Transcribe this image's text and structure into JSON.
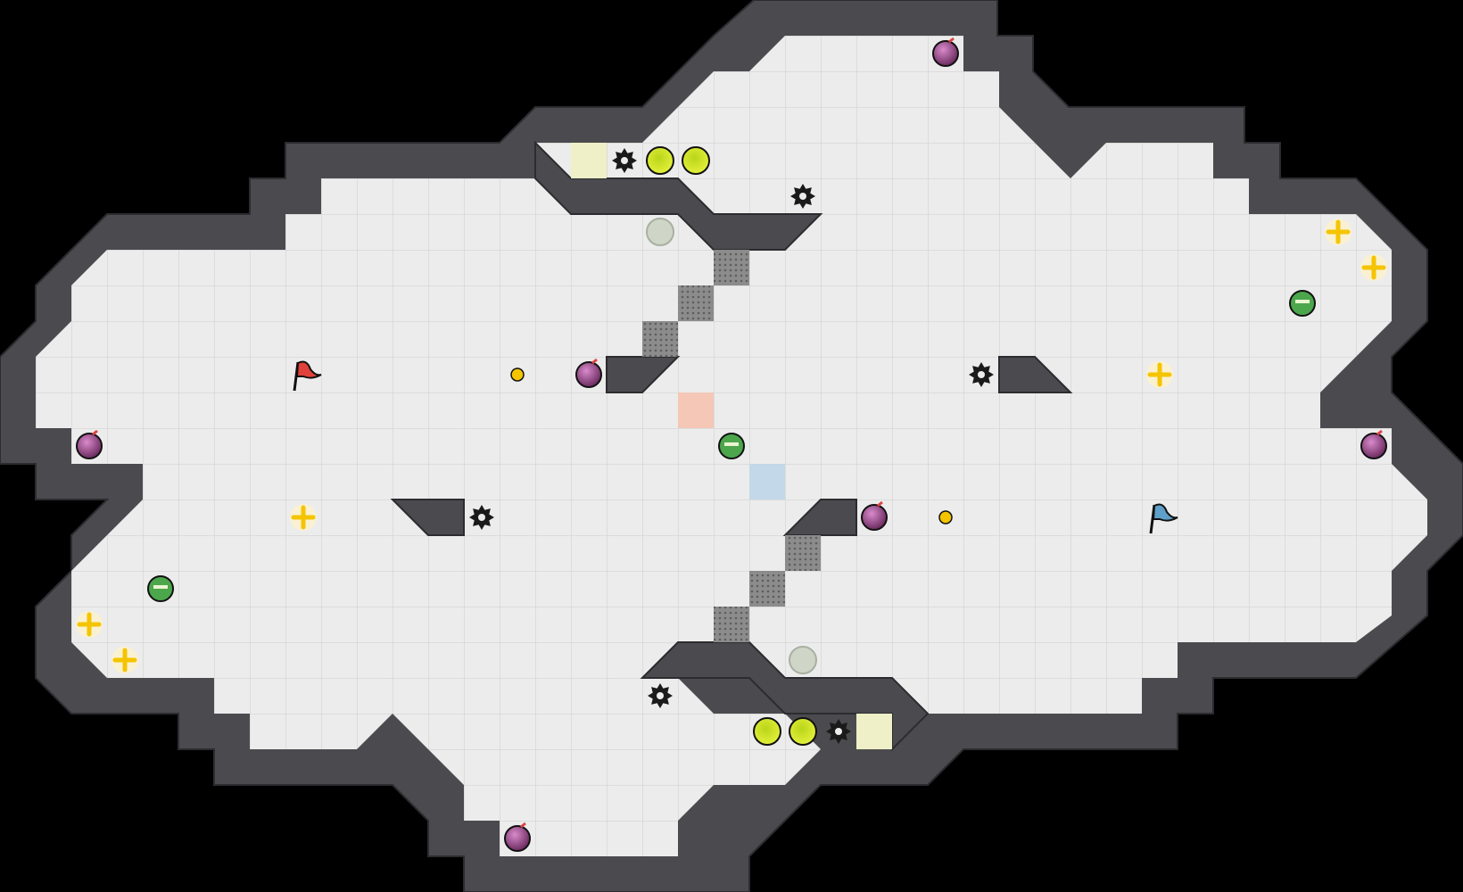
{
  "game": {
    "colors": {
      "background": "#000000",
      "floor": "#ececec",
      "grid_line": "#d9d9d9",
      "wall": "#4b4b4f",
      "wall_edge": "#2c2c30",
      "red_flag": "#e0413a",
      "blue_flag": "#5fa0c8",
      "powerup_purple": "#8d3f7e",
      "boost": "#f5c400",
      "bomb": "#1a1a1a",
      "button": "#d9ea1a",
      "gate_red": "#f4c7b6",
      "gate_blue": "#c3d8e8",
      "portal_pad": "#efefc8",
      "speed_pad": "#cfd6c8",
      "booster_green": "#4ca64c"
    },
    "pieces": [
      {
        "type": "red-flag",
        "icon": "red-flag-icon",
        "col": 8,
        "row": 10
      },
      {
        "type": "blue-flag",
        "icon": "blue-flag-icon",
        "col": 32,
        "row": 14
      },
      {
        "type": "powerup",
        "icon": "powerup-orb-icon",
        "col": 26,
        "row": 1
      },
      {
        "type": "powerup",
        "icon": "powerup-orb-icon",
        "col": 16,
        "row": 10
      },
      {
        "type": "powerup",
        "icon": "powerup-orb-icon",
        "col": 2,
        "row": 12
      },
      {
        "type": "powerup",
        "icon": "powerup-orb-icon",
        "col": 24,
        "row": 14
      },
      {
        "type": "powerup",
        "icon": "powerup-orb-icon",
        "col": 38,
        "row": 12
      },
      {
        "type": "powerup",
        "icon": "powerup-orb-icon",
        "col": 14,
        "row": 23
      },
      {
        "type": "boost",
        "icon": "boost-cross-icon",
        "col": 37,
        "row": 6
      },
      {
        "type": "boost",
        "icon": "boost-cross-icon",
        "col": 38,
        "row": 7
      },
      {
        "type": "boost",
        "icon": "boost-cross-icon",
        "col": 32,
        "row": 10
      },
      {
        "type": "boost",
        "icon": "boost-cross-icon",
        "col": 8,
        "row": 14
      },
      {
        "type": "boost",
        "icon": "boost-cross-icon",
        "col": 2,
        "row": 17
      },
      {
        "type": "boost",
        "icon": "boost-cross-icon",
        "col": 3,
        "row": 18
      },
      {
        "type": "team-booster",
        "icon": "team-booster-icon",
        "col": 36,
        "row": 8
      },
      {
        "type": "team-booster",
        "icon": "team-booster-icon",
        "col": 20,
        "row": 12
      },
      {
        "type": "team-booster",
        "icon": "team-booster-icon",
        "col": 4,
        "row": 16
      },
      {
        "type": "spike",
        "icon": "spike-bomb-icon",
        "col": 17,
        "row": 4
      },
      {
        "type": "spike",
        "icon": "spike-bomb-icon",
        "col": 22,
        "row": 5
      },
      {
        "type": "spike",
        "icon": "spike-bomb-icon",
        "col": 27,
        "row": 10
      },
      {
        "type": "spike",
        "icon": "spike-bomb-icon",
        "col": 13,
        "row": 14
      },
      {
        "type": "spike",
        "icon": "spike-bomb-icon",
        "col": 18,
        "row": 19
      },
      {
        "type": "spike",
        "icon": "spike-bomb-icon",
        "col": 23,
        "row": 20
      },
      {
        "type": "button",
        "icon": "yellow-button-icon",
        "col": 18,
        "row": 4
      },
      {
        "type": "button",
        "icon": "yellow-button-icon",
        "col": 19,
        "row": 4
      },
      {
        "type": "button",
        "icon": "yellow-button-icon",
        "col": 21,
        "row": 20
      },
      {
        "type": "button",
        "icon": "yellow-button-icon",
        "col": 22,
        "row": 20
      },
      {
        "type": "small-button",
        "icon": "small-yellow-button-icon",
        "col": 14,
        "row": 10
      },
      {
        "type": "small-button",
        "icon": "small-yellow-button-icon",
        "col": 26,
        "row": 14
      },
      {
        "type": "speed-pad",
        "icon": "speed-pad-icon",
        "col": 18,
        "row": 6
      },
      {
        "type": "speed-pad",
        "icon": "speed-pad-icon",
        "col": 22,
        "row": 18
      }
    ],
    "tiles": [
      {
        "type": "gate-red",
        "col": 19,
        "row": 11
      },
      {
        "type": "gate-blue",
        "col": 21,
        "row": 13
      },
      {
        "type": "portal-pad",
        "col": 16,
        "row": 4
      },
      {
        "type": "portal-pad",
        "col": 24,
        "row": 20
      },
      {
        "type": "grate",
        "col": 20,
        "row": 7
      },
      {
        "type": "grate",
        "col": 19,
        "row": 8
      },
      {
        "type": "grate",
        "col": 18,
        "row": 9
      },
      {
        "type": "grate",
        "col": 22,
        "row": 15
      },
      {
        "type": "grate",
        "col": 21,
        "row": 16
      },
      {
        "type": "grate",
        "col": 20,
        "row": 17
      }
    ]
  }
}
